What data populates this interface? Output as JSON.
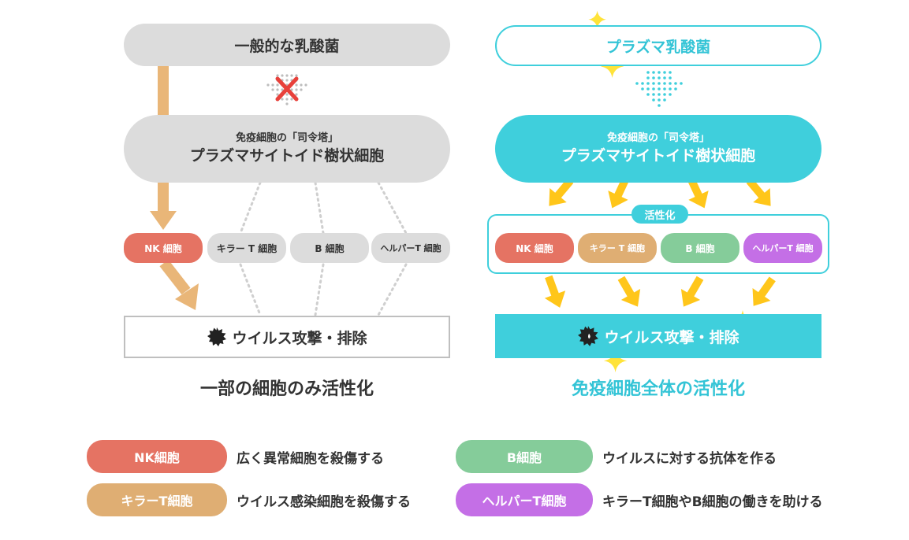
{
  "left": {
    "top_label": "一般的な乳酸菌",
    "pdc_line1": "免疫細胞の「司令塔」",
    "pdc_line2": "プラズマサイトイド樹状細胞",
    "cells": [
      "NK 細胞",
      "キラー T 細胞",
      "B 細胞",
      "ヘルパーT 細胞"
    ],
    "result_label": "ウイルス攻撃・排除",
    "caption": "一部の細胞のみ活性化"
  },
  "right": {
    "top_label": "プラズマ乳酸菌",
    "pdc_line1": "免疫細胞の「司令塔」",
    "pdc_line2": "プラズマサイトイド樹状細胞",
    "activation_label": "活性化",
    "cells": [
      "NK 細胞",
      "キラー T 細胞",
      "B 細胞",
      "ヘルパーT 細胞"
    ],
    "result_label": "ウイルス攻撃・排除",
    "caption": "免疫細胞全体の活性化"
  },
  "legend": [
    {
      "label": "NK細胞",
      "desc": "広く異常細胞を殺傷する"
    },
    {
      "label": "B細胞",
      "desc": "ウイルスに対する抗体を作る"
    },
    {
      "label": "キラーT細胞",
      "desc": "ウイルス感染細胞を殺傷する"
    },
    {
      "label": "ヘルパーT細胞",
      "desc": "キラーT細胞やB細胞の働きを助ける"
    }
  ],
  "colors": {
    "nk": "#e57363",
    "killer_t": "#dfae73",
    "b": "#85cc9a",
    "helper_t": "#c46fe6",
    "cyan": "#3fcfdc",
    "gray": "#dcdcdc",
    "orange_arrow": "#e9b678",
    "yellow_arrow": "#ffc61a",
    "caption_cyan": "#33c4d6"
  },
  "icons": {
    "blocked": "red-x-icon",
    "virus": "virus-icon",
    "sparkle": "sparkle-icon"
  }
}
